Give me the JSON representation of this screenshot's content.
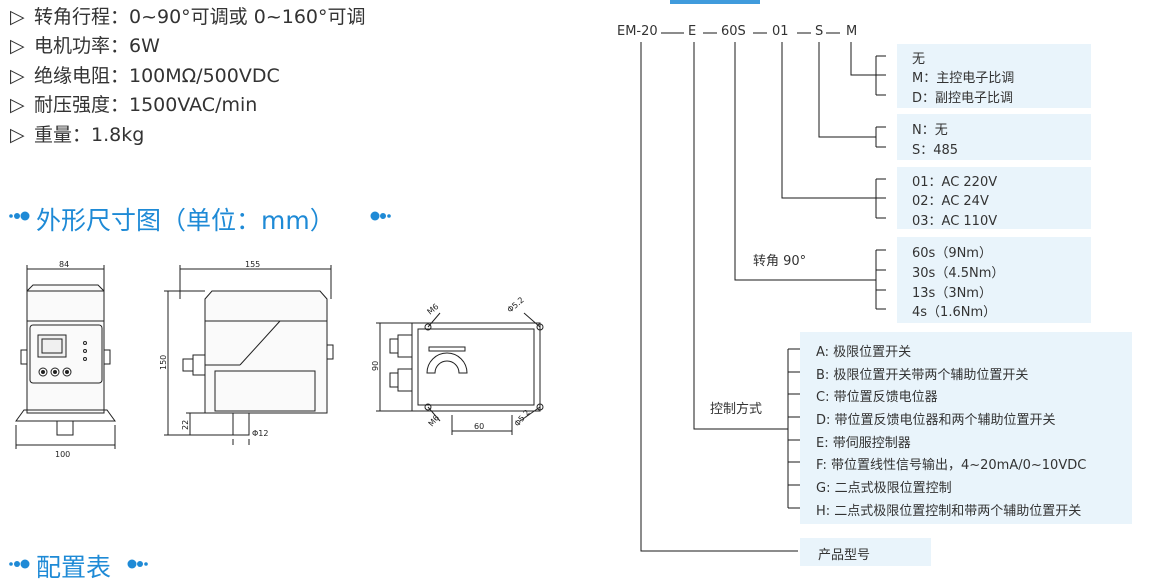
{
  "specs": [
    {
      "icon": "▷",
      "text": "转角行程：0~90°可调或 0~160°可调"
    },
    {
      "icon": "▷",
      "text": "电机功率：6W"
    },
    {
      "icon": "▷",
      "text": "绝缘电阻：100MΩ/500VDC"
    },
    {
      "icon": "▷",
      "text": "耐压强度：1500VAC/min"
    },
    {
      "icon": "▷",
      "text": "重量：1.8kg"
    }
  ],
  "sections": {
    "dimensions_title": "外形尺寸图（单位：mm）",
    "config_title": "配置表"
  },
  "drawing": {
    "front": {
      "width_top": "84",
      "width_bottom": "100"
    },
    "side": {
      "length": "155",
      "height": "150",
      "shaft_height": "22",
      "shaft_dia": "Φ12"
    },
    "top": {
      "height": "90",
      "hole_spacing": "60",
      "hole_top": "M6",
      "hole_top_dia": "Φ5.2",
      "hole_bottom": "M6",
      "hole_bottom_dia": "Φ5.2"
    }
  },
  "model_code": [
    "EM-20",
    "E",
    "60S",
    "01",
    "S",
    "M"
  ],
  "options": {
    "m": [
      "无",
      "M：主控电子比调",
      "D：副控电子比调"
    ],
    "s": [
      "N：无",
      "S：485"
    ],
    "voltage": [
      "01：AC 220V",
      "02：AC 24V",
      "03：AC 110V"
    ],
    "speed": [
      "60s（9Nm）",
      "30s（4.5Nm）",
      "13s（3Nm）",
      "4s（1.6Nm）"
    ],
    "control": [
      "A: 极限位置开关",
      "B: 极限位置开关带两个辅助位置开关",
      "C: 带位置反馈电位器",
      "D: 带位置反馈电位器和两个辅助位置开关",
      "E: 带伺服控制器",
      "F: 带位置线性信号输出，4~20mA/0~10VDC",
      "G: 二点式极限位置控制",
      "H: 二点式极限位置控制和带两个辅助位置开关"
    ]
  },
  "labels": {
    "rotation": "转角 90°",
    "control_mode": "控制方式",
    "product_model": "产品型号"
  },
  "colors": {
    "accent": "#1e8ad6",
    "option_bg": "#e9f4fb",
    "line": "#1a1a1a"
  }
}
